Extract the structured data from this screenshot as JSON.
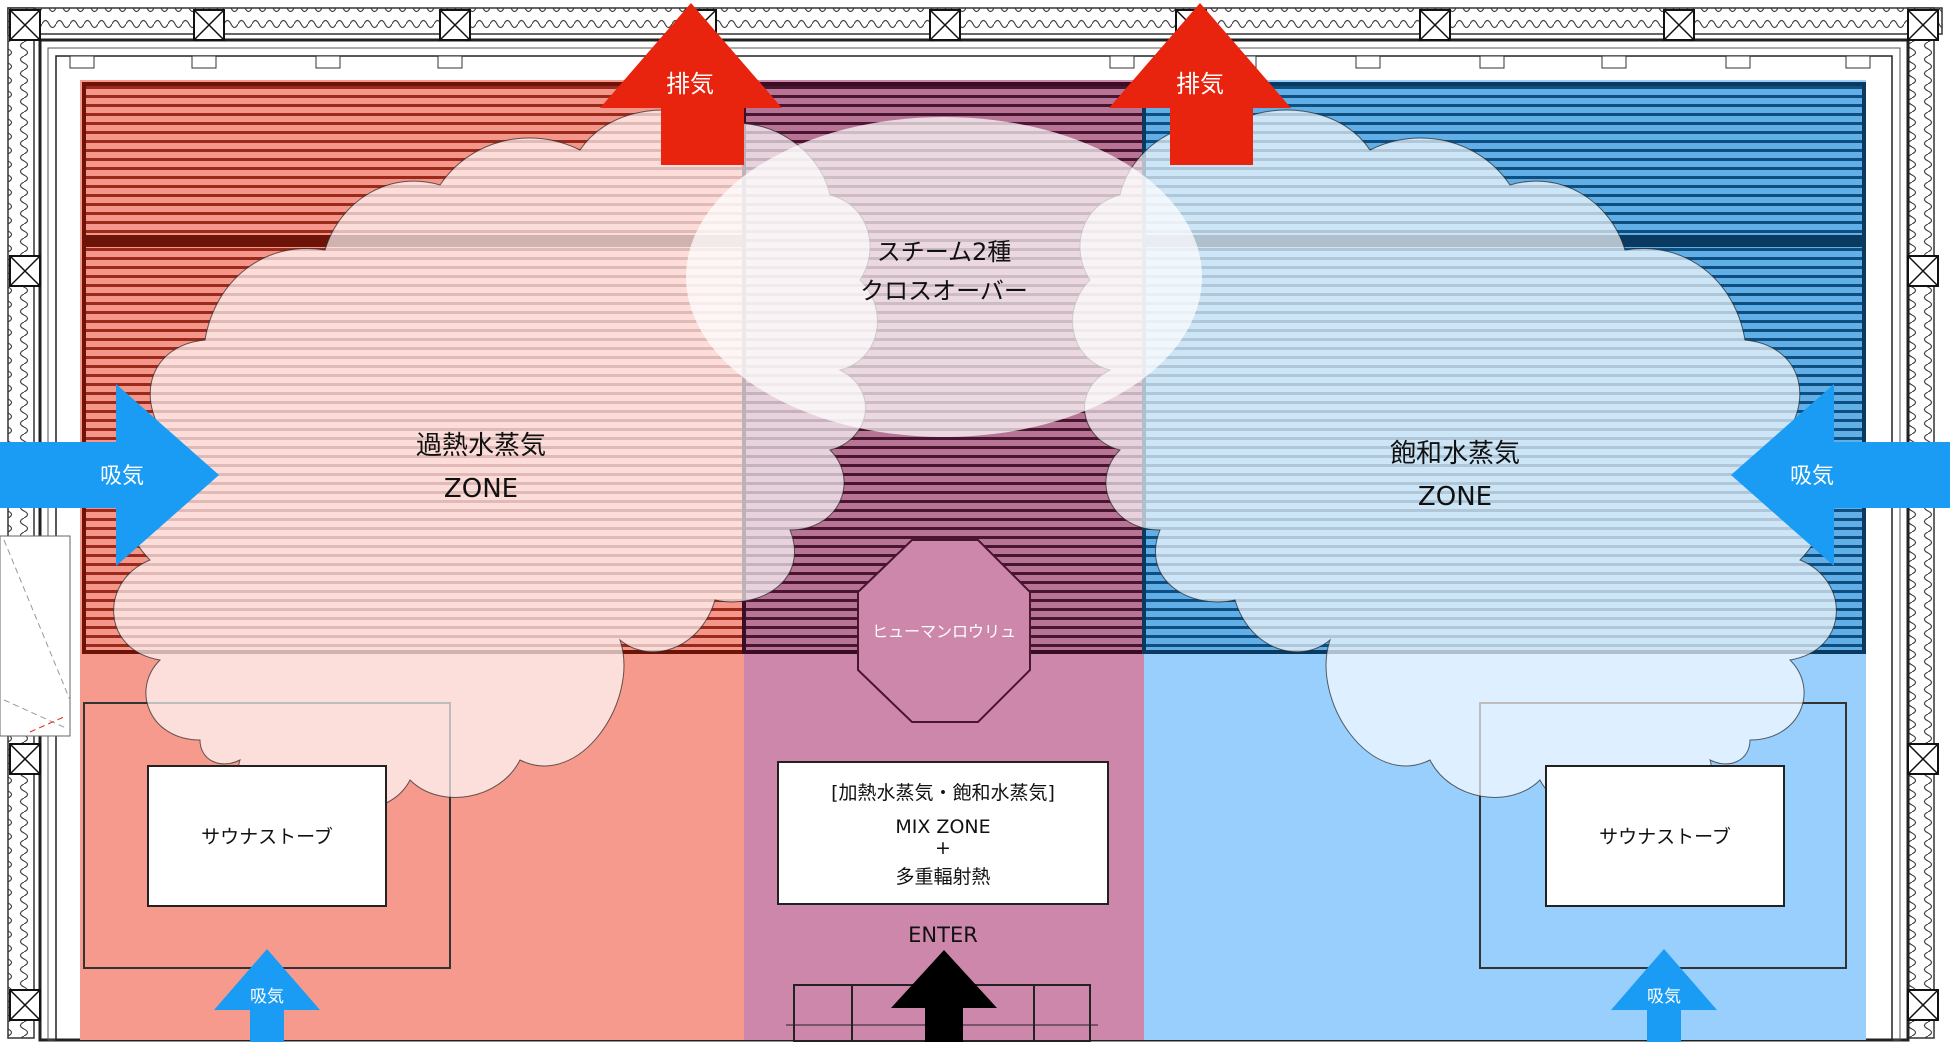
{
  "zones": {
    "superheated": {
      "name": "過熱水蒸気",
      "suffix": "ZONE"
    },
    "saturated": {
      "name": "飽和水蒸気",
      "suffix": "ZONE"
    },
    "crossover": {
      "line1": "スチーム2種",
      "line2": "クロスオーバー"
    },
    "human_loyly": "ヒューマンロウリュ",
    "mix": {
      "line1": "[加熱水蒸気・飽和水蒸気]",
      "line2": "MIX ZONE",
      "line3": "+",
      "line4": "多重輻射熱"
    }
  },
  "stoves": {
    "left": "サウナストーブ",
    "right": "サウナストーブ"
  },
  "arrows": {
    "exhaust_left": "排気",
    "exhaust_right": "排気",
    "intake_left": "吸気",
    "intake_right": "吸気",
    "intake_bottom_left": "吸気",
    "intake_bottom_right": "吸気"
  },
  "entrance": "ENTER",
  "colors": {
    "hot_zone": "#f59a8c",
    "mix_zone": "#cd87aa",
    "cool_zone": "#99cffd",
    "exhaust_arrow": "#e8240f",
    "intake_arrow": "#1a9cf5"
  }
}
